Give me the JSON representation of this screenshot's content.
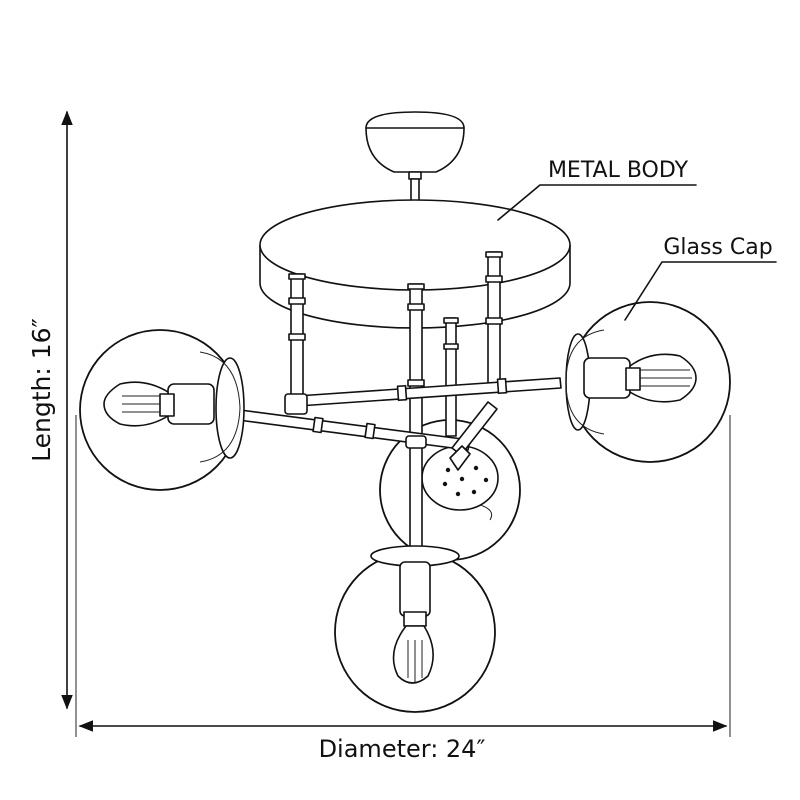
{
  "labels": {
    "metal_body": "METAL BODY",
    "glass_cap": "Glass Cap",
    "length": "Length: 16″",
    "diameter": "Diameter: 24″"
  },
  "colors": {
    "line": "#111111",
    "background": "#ffffff"
  }
}
